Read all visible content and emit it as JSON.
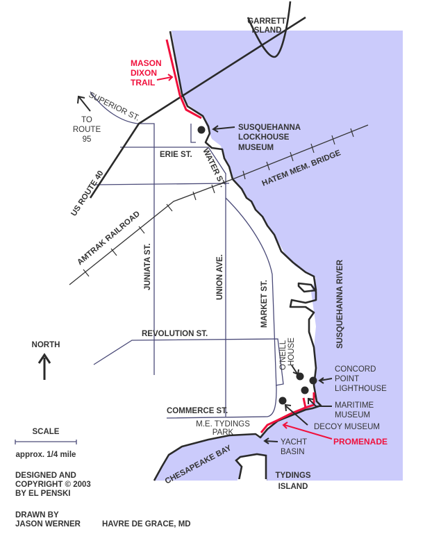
{
  "title": "HAVRE DE GRACE, MD",
  "colors": {
    "water": "#cbcbfb",
    "trail": "#f0103c",
    "road": "#4a4a78",
    "ink": "#2a2a2a"
  },
  "labels": {
    "garrett_island": [
      "GARRETT",
      "ISLAND"
    ],
    "mason_dixon_trail": [
      "MASON",
      "DIXON",
      "TRAIL"
    ],
    "superior_st": "SUPERIOR ST.",
    "to_route_95": [
      "TO",
      "ROUTE",
      "95"
    ],
    "lockhouse_museum": [
      "SUSQUEHANNA",
      "LOCKHOUSE",
      "MUSEUM"
    ],
    "erie_st": "ERIE ST.",
    "water_st": "WATER ST.",
    "hatem_bridge": "HATEM MEM. BRIDGE",
    "us_route_40": "US ROUTE 40",
    "amtrak_railroad": "AMTRAK RAILROAD",
    "juniata_st": "JUNIATA ST.",
    "union_ave": "UNION AVE.",
    "market_st": "MARKET ST.",
    "susquehanna_river": "SUSQUEHANNA RIVER",
    "revolution_st": "REVOLUTION ST.",
    "oneill_house": [
      "O'NEILL",
      "HOUSE"
    ],
    "concord_point_lighthouse": [
      "CONCORD",
      "POINT",
      "LIGHTHOUSE"
    ],
    "maritime_museum": [
      "MARITIME",
      "MUSEUM"
    ],
    "decoy_museum": "DECOY MUSEUM",
    "commerce_st": "COMMERCE ST.",
    "tydings_park": [
      "M.E. TYDINGS",
      "PARK"
    ],
    "promenade": "PROMENADE",
    "yacht_basin": [
      "YACHT",
      "BASIN"
    ],
    "chesapeake_bay": "CHESAPEAKE BAY",
    "tydings_island": [
      "TYDINGS",
      "ISLAND"
    ]
  },
  "legend": {
    "north": "NORTH",
    "scale": "SCALE",
    "scale_note": "approx. 1/4 mile",
    "credits_design": [
      "DESIGNED AND",
      "COPYRIGHT © 2003",
      "BY EL PENSKI"
    ],
    "credits_drawn": [
      "DRAWN BY",
      "JASON WERNER"
    ]
  }
}
